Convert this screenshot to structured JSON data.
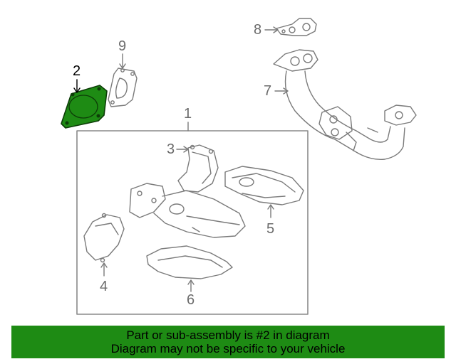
{
  "diagram": {
    "callouts": {
      "c1": "1",
      "c2": "2",
      "c3": "3",
      "c4": "4",
      "c5": "5",
      "c6": "6",
      "c7": "7",
      "c8": "8",
      "c9": "9"
    },
    "highlighted_part": "2",
    "colors": {
      "highlight": "#1e8b14",
      "line": "#7a7a7a",
      "callout": "#6b6b6b"
    }
  },
  "banner": {
    "line1": "Part or sub-assembly is #2 in diagram",
    "line2": "Diagram may not be specific to your vehicle",
    "background": "#1e8b14"
  }
}
